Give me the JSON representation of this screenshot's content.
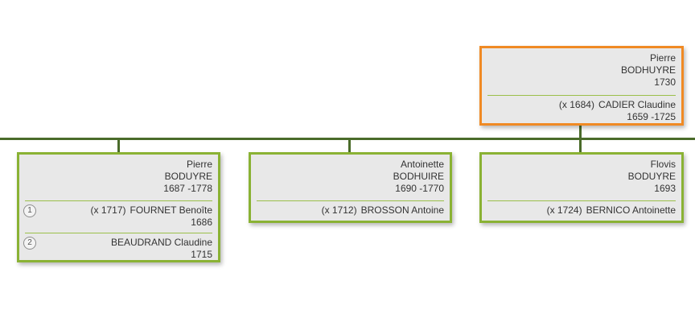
{
  "root": {
    "first_name": "Pierre",
    "last_name": "BODHUYRE",
    "dates": "1730",
    "spouses": [
      {
        "marriage": "(x 1684)",
        "name": "CADIER  Claudine",
        "dates": "1659  -1725"
      }
    ]
  },
  "children": [
    {
      "first_name": "Pierre",
      "last_name": "BODUYRE",
      "dates": "1687  -1778",
      "spouses": [
        {
          "index": "1",
          "marriage": "(x 1717)",
          "name": "FOURNET  Benoîte",
          "dates": "1686"
        },
        {
          "index": "2",
          "marriage": "",
          "name": "BEAUDRAND  Claudine",
          "dates": "1715"
        }
      ]
    },
    {
      "first_name": "Antoinette",
      "last_name": "BODHUIRE",
      "dates": "1690  -1770",
      "spouses": [
        {
          "marriage": "(x 1712)",
          "name": "BROSSON  Antoine"
        }
      ]
    },
    {
      "first_name": "Flovis",
      "last_name": "BODUYRE",
      "dates": "1693",
      "spouses": [
        {
          "marriage": "(x 1724)",
          "name": "BERNICO  Antoinette"
        }
      ]
    }
  ],
  "colors": {
    "root_border": "#f08a24",
    "child_border": "#8ab234",
    "connector": "#4a6b2a",
    "card_fill": "#e8e8e8"
  }
}
